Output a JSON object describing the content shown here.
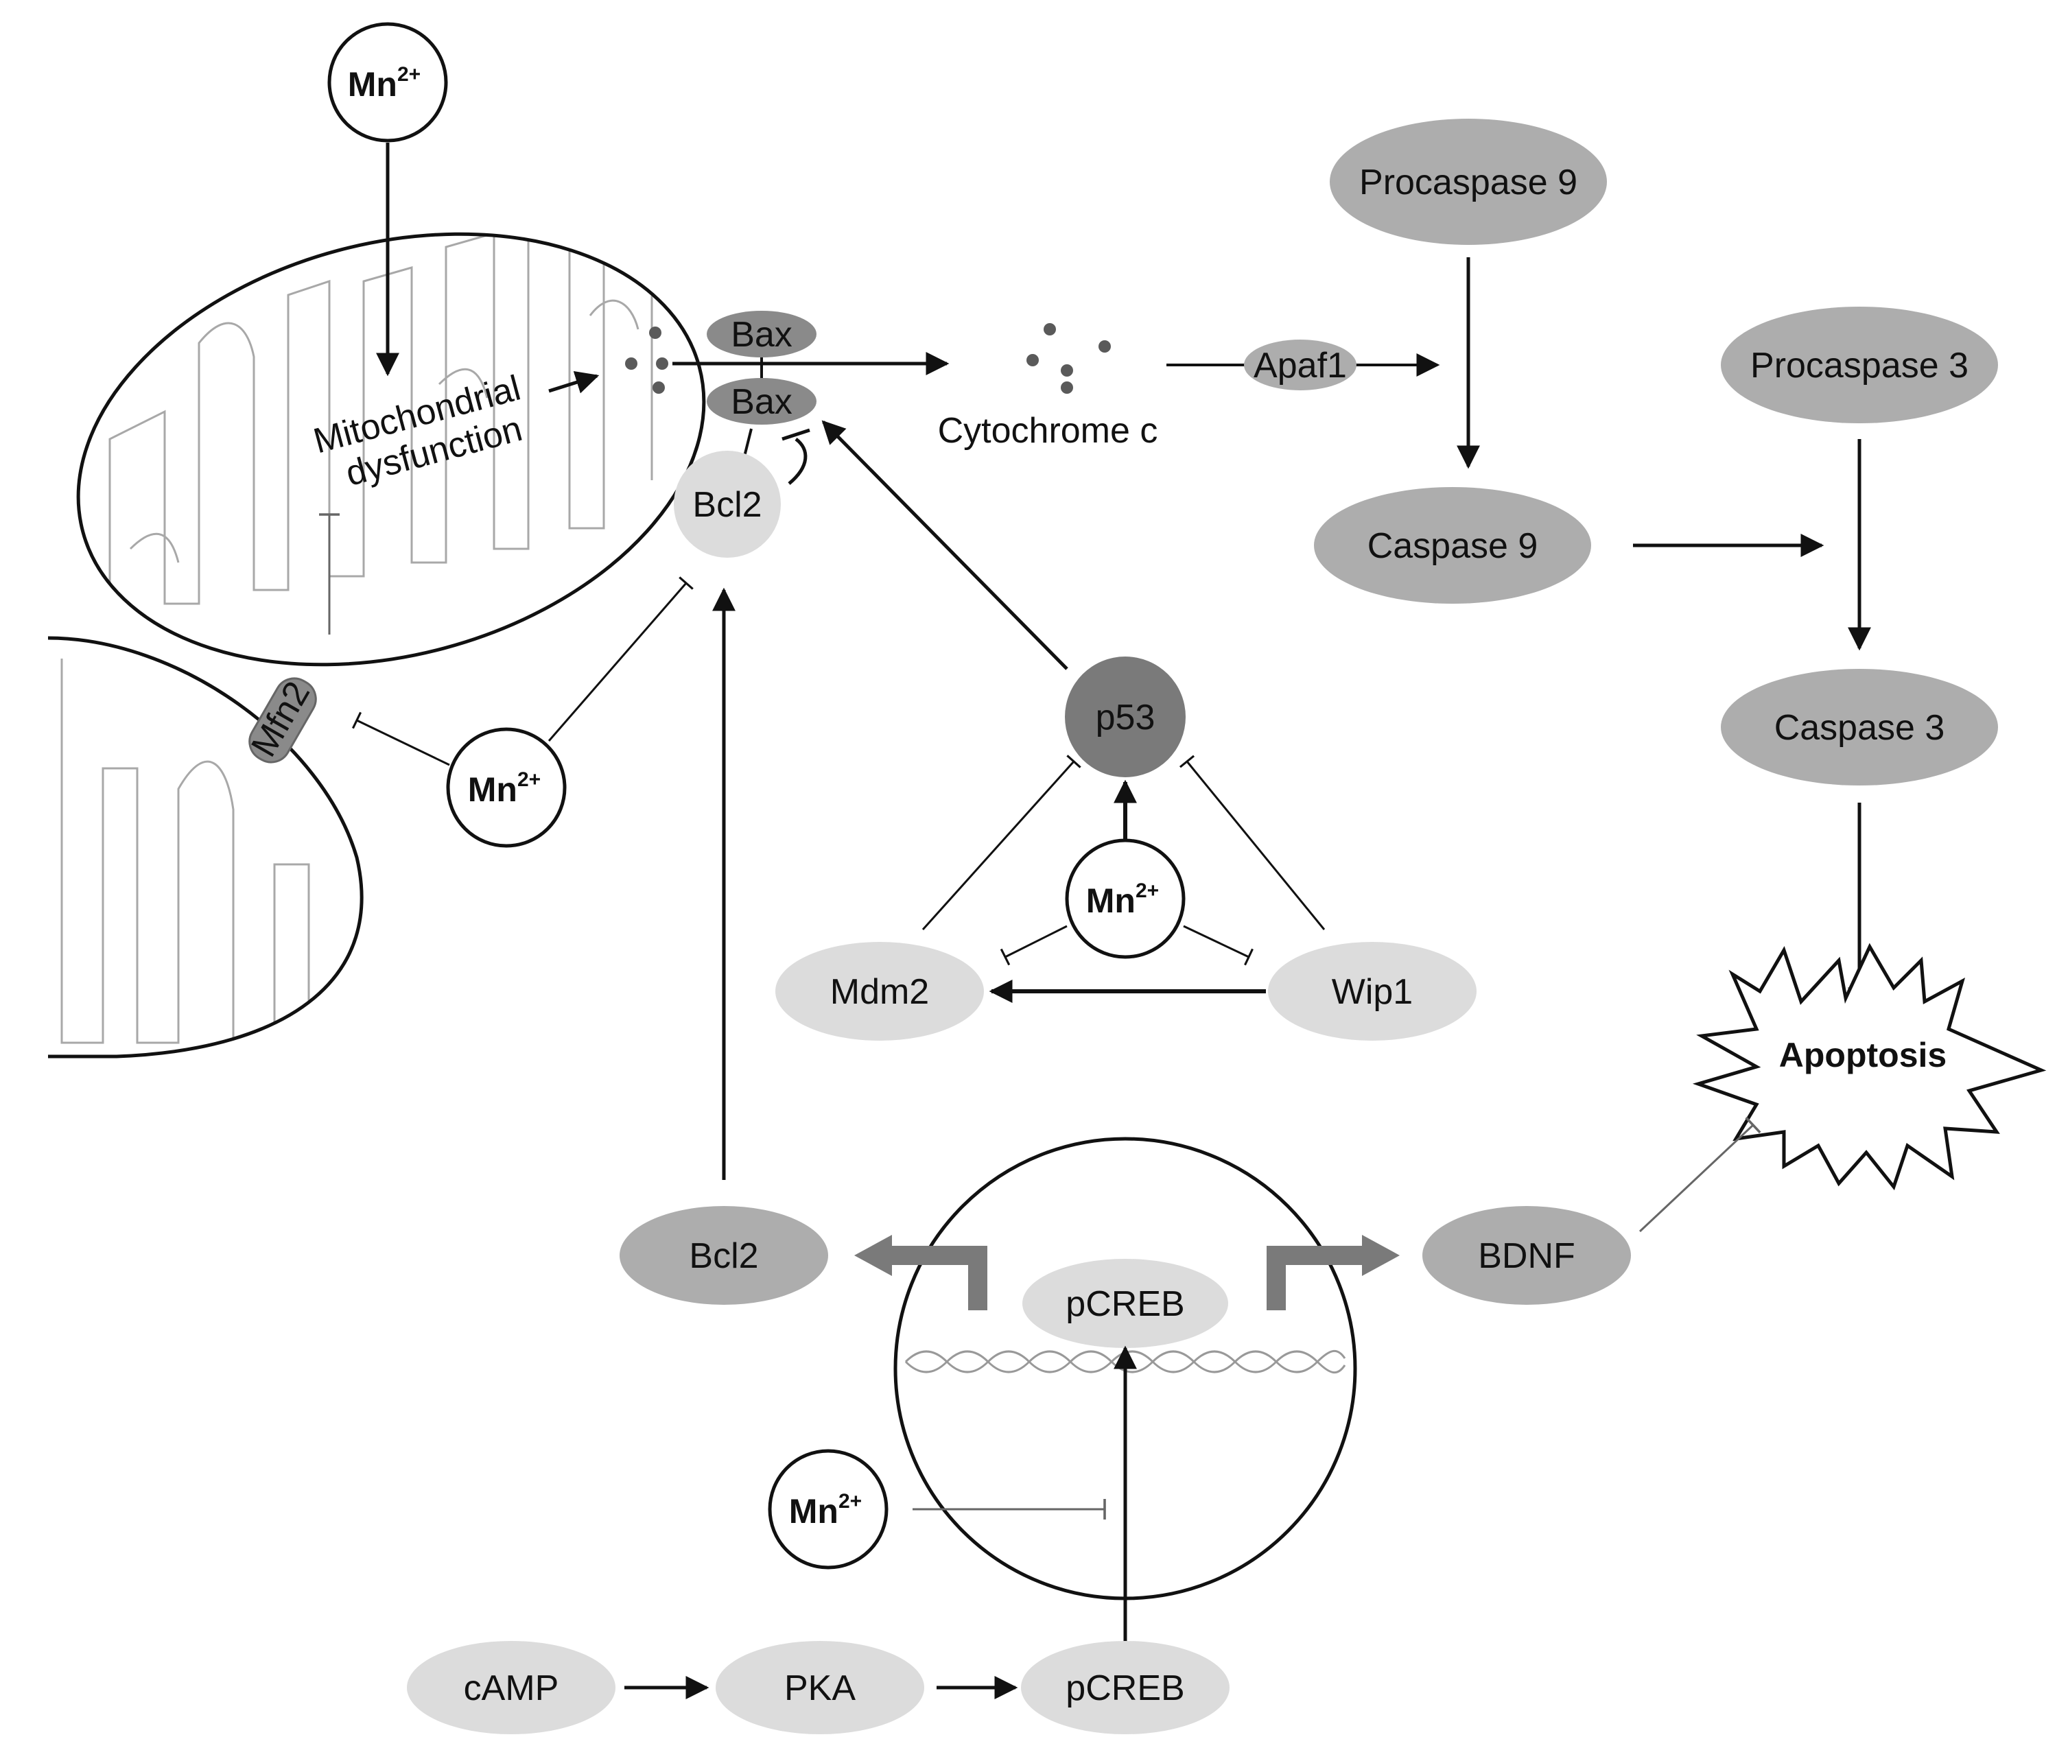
{
  "colors": {
    "dark_node": "#8a8a8a",
    "mid_node": "#adadad",
    "light_node": "#dcdcdc",
    "p53_node": "#7a7a7a",
    "line": "#111111",
    "cristae": "#a8a8a8"
  },
  "labels": {
    "mn_symbol": "Mn",
    "mn_charge": "2+",
    "mito_dysfunction_line1": "Mitochondrial",
    "mito_dysfunction_line2": "dysfunction",
    "bax": "Bax",
    "bcl2": "Bcl2",
    "mfn2": "Mfn2",
    "cytochrome_c": "Cytochrome c",
    "apaf1": "Apaf1",
    "procaspase9": "Procaspase 9",
    "caspase9": "Caspase 9",
    "procaspase3": "Procaspase 3",
    "caspase3": "Caspase 3",
    "apoptosis": "Apoptosis",
    "p53": "p53",
    "mdm2": "Mdm2",
    "wip1": "Wip1",
    "pcreb": "pCREB",
    "bdnf": "BDNF",
    "camp": "cAMP",
    "pka": "PKA"
  }
}
